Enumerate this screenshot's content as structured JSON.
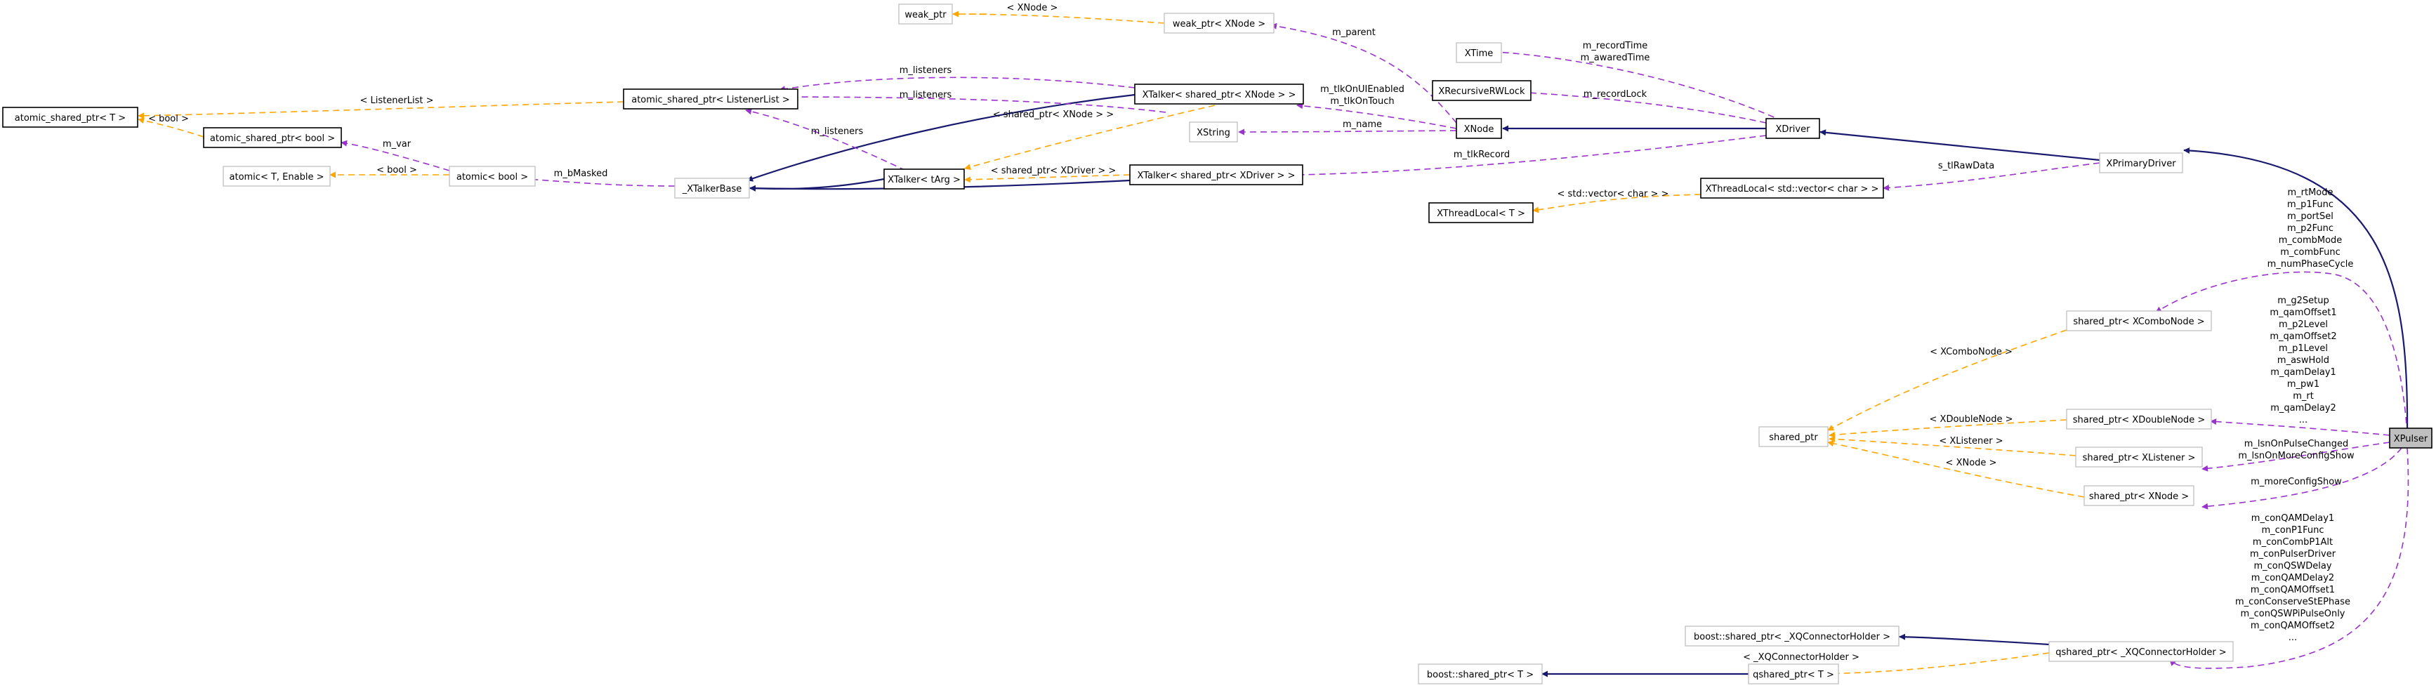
{
  "nodes": {
    "weak_ptr": "weak_ptr",
    "weak_ptr_xnode": "weak_ptr< XNode >",
    "xtime": "XTime",
    "atomic_shared_ptr_t": "atomic_shared_ptr< T >",
    "atomic_shared_ptr_listenerlist": "atomic_shared_ptr< ListenerList >",
    "xtalker_sp_xnode": "XTalker< shared_ptr< XNode > >",
    "xrecursive_rwlock": "XRecursiveRWLock",
    "atomic_shared_ptr_bool": "atomic_shared_ptr< bool >",
    "xnode": "XNode",
    "xdriver": "XDriver",
    "xstring": "XString",
    "atomic_t_enable": "atomic< T, Enable >",
    "atomic_bool": "atomic< bool >",
    "xtalkerbase": "_XTalkerBase",
    "xtalker_targ": "XTalker< tArg >",
    "xtalker_sp_xdriver": "XTalker< shared_ptr< XDriver > >",
    "xprimarydriver": "XPrimaryDriver",
    "xthreadlocal_vector": "XThreadLocal< std::vector< char > >",
    "xthreadlocal_t": "XThreadLocal< T >",
    "shared_ptr_xcombonode": "shared_ptr< XComboNode >",
    "shared_ptr_xdoublenode": "shared_ptr< XDoubleNode >",
    "shared_ptr": "shared_ptr",
    "shared_ptr_xlistener": "shared_ptr< XListener >",
    "xpulser": "XPulser",
    "shared_ptr_xnode": "shared_ptr< XNode >",
    "boost_shared_ptr_xqconnectorholder": "boost::shared_ptr< _XQConnectorHolder >",
    "qshared_ptr_xqconnectorholder": "qshared_ptr< _XQConnectorHolder >",
    "boost_shared_ptr_t": "boost::shared_ptr< T >",
    "qshared_ptr_t": "qshared_ptr< T >"
  },
  "edge_labels": {
    "weak_xnode_to_weak": "< XNode >",
    "xnode_parent": "m_parent",
    "xtime_record": "m_recordTime",
    "xtime_awared": "m_awaredTime",
    "lock_record": "m_recordLock",
    "listeners_top": "m_listeners",
    "listeners_mid": "m_listeners",
    "listeners_low": "m_listeners",
    "listenerlist_tmpl": "< ListenerList >",
    "bool_tmpl": "< bool >",
    "bool_tmpl2": "< bool >",
    "m_var": "m_var",
    "tlk_enabled": "m_tlkOnUIEnabled",
    "tlk_touch": "m_tlkOnTouch",
    "m_name": "m_name",
    "sp_xnode_tmpl": "< shared_ptr< XNode > >",
    "sp_xdriver_tmpl": "< shared_ptr< XDriver > >",
    "tlk_record": "m_tlkRecord",
    "m_bmasked": "m_bMasked",
    "s_tlrawdata": "s_tlRawData",
    "vector_tmpl": "< std::vector< char > >",
    "combo_members": [
      "m_rtMode",
      "m_p1Func",
      "m_portSel",
      "m_p2Func",
      "m_combMode",
      "m_combFunc",
      "m_numPhaseCycle"
    ],
    "combo_tmpl": "< XComboNode >",
    "double_members": [
      "m_g2Setup",
      "m_qamOffset1",
      "m_p2Level",
      "m_qamOffset2",
      "m_p1Level",
      "m_aswHold",
      "m_qamDelay1",
      "m_pw1",
      "m_rt",
      "m_qamDelay2",
      "..."
    ],
    "double_tmpl": "< XDoubleNode >",
    "listener_members": [
      "m_lsnOnPulseChanged",
      "m_lsnOnMoreConfigShow"
    ],
    "listener_tmpl": "< XListener >",
    "xnode_tmpl": "< XNode >",
    "xnode_member": "m_moreConfigShow",
    "connector_members": [
      "m_conQAMDelay1",
      "m_conP1Func",
      "m_conCombP1Alt",
      "m_conPulserDriver",
      "m_conQSWDelay",
      "m_conQAMDelay2",
      "m_conQAMOffset1",
      "m_conConserveStEPhase",
      "m_conQSWPiPulseOnly",
      "m_conQAMOffset2",
      "..."
    ],
    "connector_tmpl": "< _XQConnectorHolder >"
  },
  "colors": {
    "inheritance": "#191970",
    "member": "#9a32cd",
    "template": "#ffa500",
    "focus_fill": "#bfbfbf"
  }
}
